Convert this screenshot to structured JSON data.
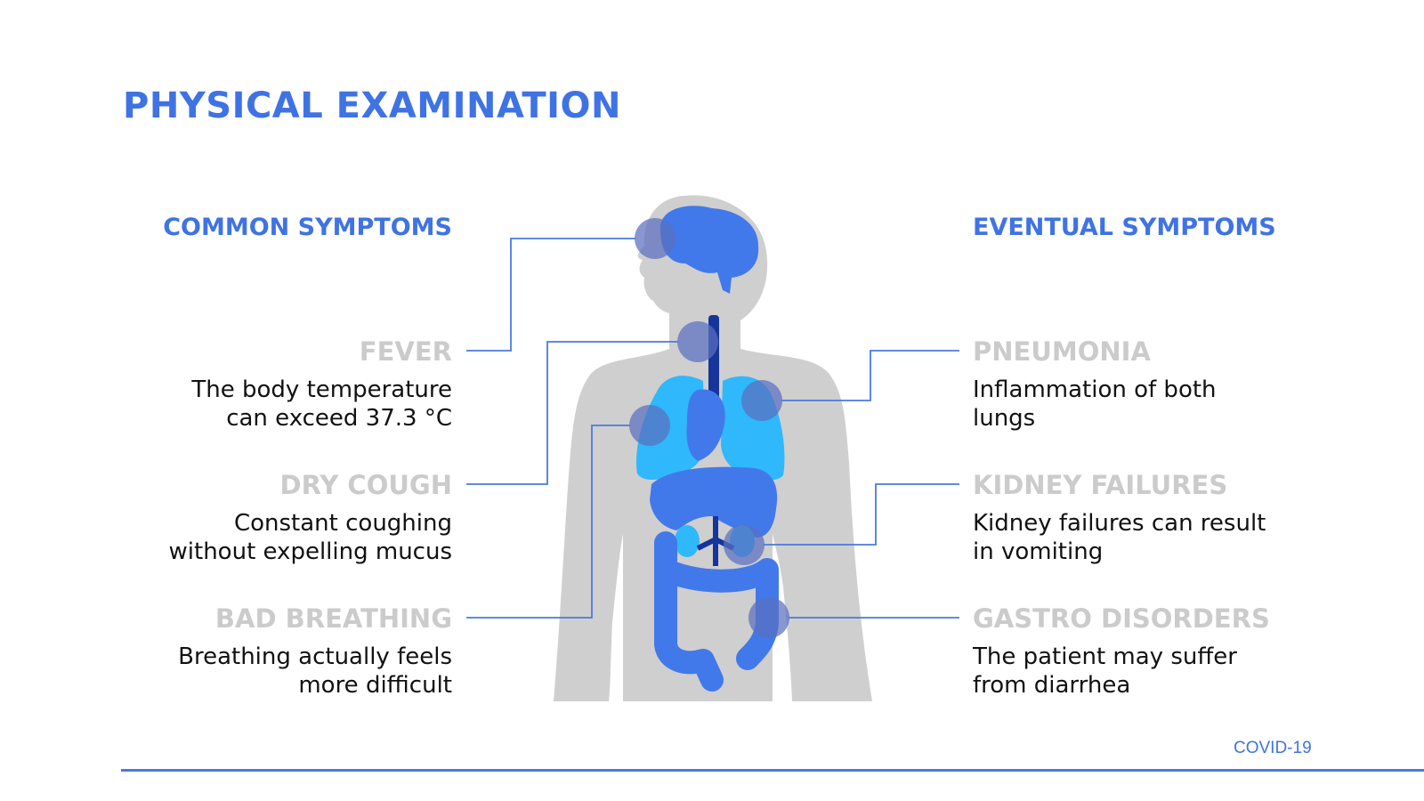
{
  "title": "PHYSICAL EXAMINATION",
  "common": {
    "heading": "COMMON SYMPTOMS",
    "items": [
      {
        "name": "FEVER",
        "desc1": "The body temperature",
        "desc2": "can exceed 37.3 °C"
      },
      {
        "name": "DRY COUGH",
        "desc1": "Constant coughing",
        "desc2": "without expelling mucus"
      },
      {
        "name": "BAD BREATHING",
        "desc1": "Breathing actually feels",
        "desc2": "more difficult"
      }
    ]
  },
  "eventual": {
    "heading": "EVENTUAL SYMPTOMS",
    "items": [
      {
        "name": "PNEUMONIA",
        "desc1": "Inflammation of both",
        "desc2": "lungs"
      },
      {
        "name": "KIDNEY FAILURES",
        "desc1": "Kidney failures can result",
        "desc2": "in vomiting"
      },
      {
        "name": "GASTRO DISORDERS",
        "desc1": "The patient may suffer",
        "desc2": "from diarrhea"
      }
    ]
  },
  "footer": {
    "label": "COVID-19"
  },
  "colors": {
    "accent": "#3f73e4",
    "symptom_name": "#cbcbcb",
    "body_silhouette": "#cfcfcf",
    "organ_blue": "#4279ea",
    "lung_cyan": "#2fb8fb",
    "marker": "#5a6fbf"
  }
}
